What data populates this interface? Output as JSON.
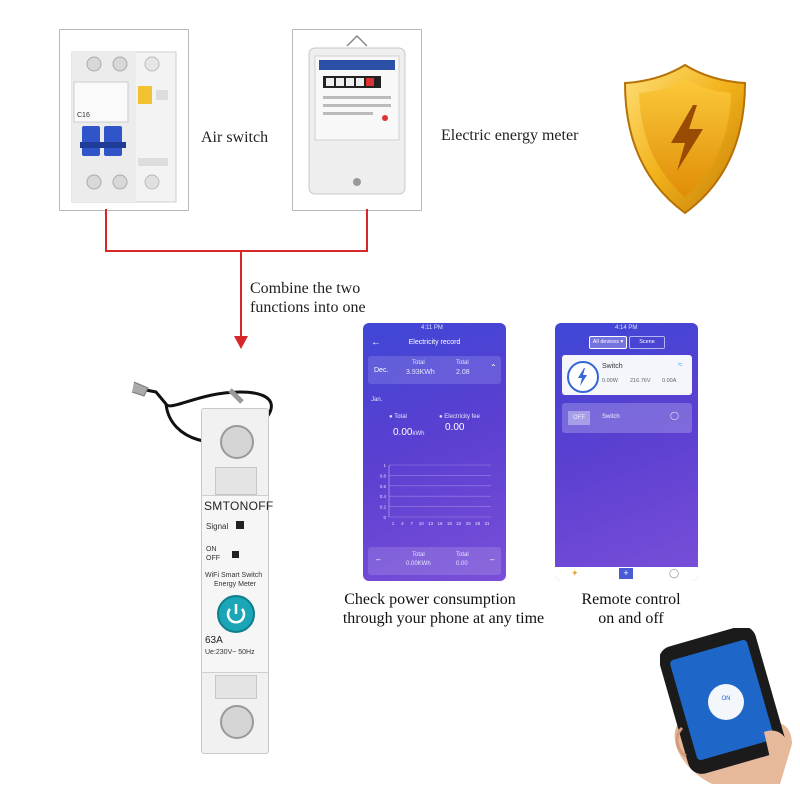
{
  "captions": {
    "air_switch": "Air switch",
    "energy_meter": "Electric energy meter",
    "combine": [
      "Combine the two",
      "functions into one"
    ],
    "consumption": [
      "Check power consumption",
      "through your phone at any time"
    ],
    "remote": [
      "Remote control",
      "on and off"
    ]
  },
  "breaker": {
    "c_rating": "C16"
  },
  "device": {
    "brand": "SMTONOFF",
    "signal_label": "Signal",
    "on_label": "ON",
    "off_label": "OFF",
    "title_line1": "WiFi Smart Switch",
    "title_line2": "Energy Meter",
    "rating": "63A",
    "voltage": "Ue:230V~ 50Hz"
  },
  "phone1": {
    "time": "4:11 PM",
    "screen_title": "Electricity record",
    "month": "Dec.",
    "total_label": "Total",
    "total_value": "3.93KWh",
    "fee_value": "2.08",
    "section": "Jan.",
    "total_label2": "Total",
    "fee_label": "Electricity fee",
    "total_big": "0.00",
    "total_unit": "kWh",
    "fee_big": "0.00",
    "y_ticks": [
      "1",
      "0.8",
      "0.6",
      "0.4",
      "0.2",
      "0"
    ],
    "x_ticks": [
      "1",
      "4",
      "7",
      "10",
      "13",
      "16",
      "19",
      "22",
      "25",
      "28",
      "31"
    ],
    "foot_total_value": "0.00KWh",
    "foot_fee_value": "0.00"
  },
  "phone2": {
    "time": "4:14 PM",
    "tab_all": "All devices",
    "tab_scene": "Scene",
    "device1_name": "Switch",
    "device1_power": "0.00W",
    "device1_voltage": "216.76V",
    "device1_current": "0.00A",
    "device2_state": "OFF",
    "device2_name": "Switch"
  },
  "hand_phone": {
    "button_label": "ON"
  },
  "colors": {
    "accent_red": "#d62828",
    "shield_gold": "#f2b21a",
    "power_teal": "#1aa6b7"
  }
}
